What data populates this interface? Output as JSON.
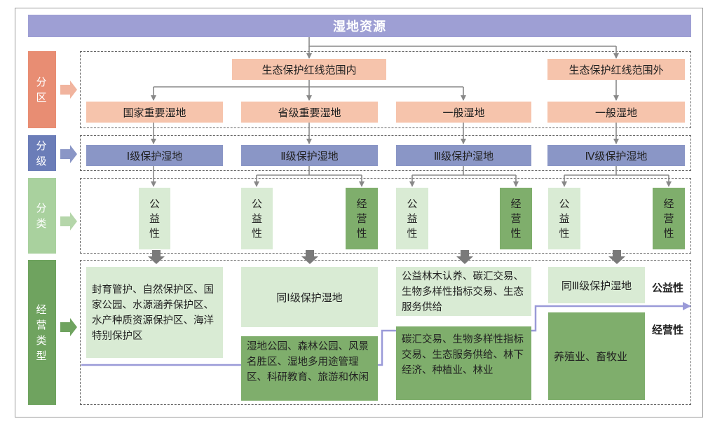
{
  "title": "湿地资源",
  "side_labels": [
    "分区",
    "分级",
    "分类",
    "经营类型"
  ],
  "zones": {
    "inside": "生态保护红线范围内",
    "outside": "生态保护红线范围外"
  },
  "wetlands": [
    "国家重要湿地",
    "省级重要湿地",
    "一般湿地",
    "一般湿地"
  ],
  "levels": [
    "Ⅰ级保护湿地",
    "Ⅱ级保护湿地",
    "Ⅲ级保护湿地",
    "Ⅳ级保护湿地"
  ],
  "categories": {
    "public": "公益性",
    "business": "经营性"
  },
  "types": {
    "col1_public": "封育管护、自然保护区、国家公园、水源涵养保护区、水产种质资源保护区、海洋特别保护区",
    "col2_public": "同Ⅰ级保护湿地",
    "col2_business": "湿地公园、森林公园、风景名胜区、湿地多用途管理区、科研教育、旅游和休闲",
    "col3_public": "公益林木认养、碳汇交易、生物多样性指标交易、生态服务供给",
    "col3_business": "碳汇交易、生物多样性指标交易、生态服务供给、林下经济、种植业、林业",
    "col4_public": "同Ⅲ级保护湿地",
    "col4_business": "养殖业、畜牧业"
  },
  "line_labels": {
    "public": "公益性",
    "business": "经营性"
  },
  "colors": {
    "title": "#9e9fd4",
    "zone_side": "#e88d73",
    "level_side": "#6b7db8",
    "category_side": "#a9d19e",
    "type_side": "#6fa35f",
    "peach": "#f6c4ac",
    "blue": "#8a96c6",
    "light_green": "#d9ebd4",
    "dark_green": "#7fae6c",
    "divider_line": "#9a9ad8"
  }
}
